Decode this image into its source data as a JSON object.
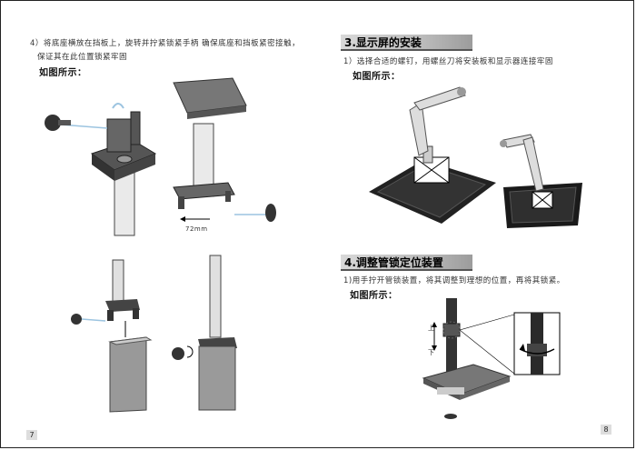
{
  "left": {
    "step4_line1": "4）将底座横放在挡板上，旋转并拧紧锁紧手柄  确保底座和挡板紧密接触，",
    "step4_line2": "保证其在此位置锁紧牢固",
    "figure_label": "如图所示：",
    "dimension": "72mm",
    "page_number": "7"
  },
  "right": {
    "section3_title": "3.显示屏的安装",
    "section3_text": "1）选择合适的螺钉，用螺丝刀将安装板和显示器连接牢固",
    "section3_figure_label": "如图所示：",
    "section4_title": "4.调整管锁定位装置",
    "section4_text": "1)用手拧开管锁装置，将其调整到理想的位置，再将其锁紧。",
    "section4_figure_label": "如图所示：",
    "up_label": "上",
    "down_label": "下",
    "page_number": "8"
  }
}
